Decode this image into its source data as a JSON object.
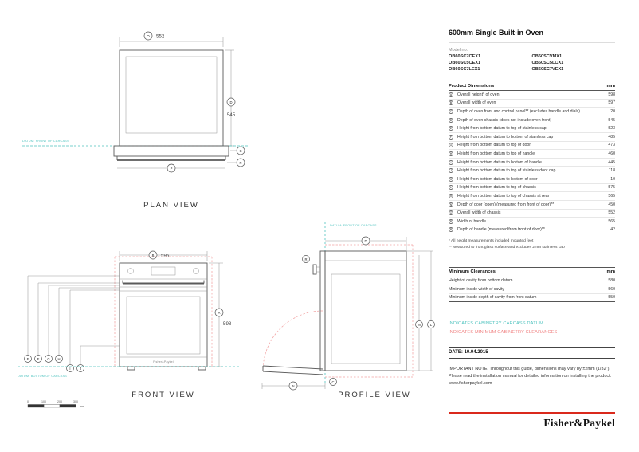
{
  "title": "600mm Single Built-in Oven",
  "models": {
    "label": "Model no:",
    "items": [
      "OB60SC7CEX1",
      "OB60SCVMX1",
      "OB60SC5CEX1",
      "OB60SC5LCX1",
      "OB60SC7LEX1",
      "OB60SC7VEX1"
    ]
  },
  "product_dimensions": {
    "title": "Product Dimensions",
    "unit": "mm",
    "rows": [
      {
        "key": "A",
        "label": "Overall height* of oven",
        "value": "598"
      },
      {
        "key": "B",
        "label": "Overall width of oven",
        "value": "597"
      },
      {
        "key": "C",
        "label": "Depth of oven front and control panel** (excludes handle and dials)",
        "value": "20"
      },
      {
        "key": "D",
        "label": "Depth of oven chassis (does not include oven front)",
        "value": "545"
      },
      {
        "key": "E",
        "label": "Height from bottom datum to top of stainless cap",
        "value": "523"
      },
      {
        "key": "F",
        "label": "Height from bottom datum to bottom of stainless cap",
        "value": "485"
      },
      {
        "key": "G",
        "label": "Height from bottom datum to top of door",
        "value": "473"
      },
      {
        "key": "H",
        "label": "Height from bottom datum to top of handle",
        "value": "460"
      },
      {
        "key": "I",
        "label": "Height from bottom datum to bottom of handle",
        "value": "445"
      },
      {
        "key": "J",
        "label": "Height from bottom datum to top of stainless door cap",
        "value": "118"
      },
      {
        "key": "K",
        "label": "Height from bottom datum to bottom of door",
        "value": "10"
      },
      {
        "key": "L",
        "label": "Height from bottom datum to top of chassis",
        "value": "575"
      },
      {
        "key": "M",
        "label": "Height from bottom datum to top of chassis at rear",
        "value": "565"
      },
      {
        "key": "N",
        "label": "Depth of door (open) (measured from front of door)**",
        "value": "450"
      },
      {
        "key": "O",
        "label": "Overall width of chassis",
        "value": "552"
      },
      {
        "key": "P",
        "label": "Width of handle",
        "value": "565"
      },
      {
        "key": "R",
        "label": "Depth of handle (measured from front of door)**",
        "value": "42"
      }
    ],
    "footnotes": [
      "* All height measurements included mounted feet",
      "** Measured to front glass surface and excludes 2mm stainless cap"
    ]
  },
  "minimum_clearances": {
    "title": "Minimum Clearances",
    "unit": "mm",
    "rows": [
      {
        "label": "Height of cavity from bottom datum",
        "value": "580"
      },
      {
        "label": "Minimum inside width of cavity",
        "value": "560"
      },
      {
        "label": "Minimum inside depth of cavity from front datum",
        "value": "550"
      }
    ]
  },
  "legend": {
    "items": [
      {
        "text": "INDICATES CABINETRY CARCASS DATUM",
        "color": "#4FC3BF"
      },
      {
        "text": "INDICATES MINIMUM CABINETRY CLEARANCES",
        "color": "#F08080"
      }
    ]
  },
  "date": {
    "label": "DATE:",
    "value": "10.04.2015"
  },
  "note": "IMPORTANT NOTE: Throughout this guide, dimensions may vary by ±2mm (1/32\"). Please read the installation manual for detailed information on installing the product. www.fisherpaykel.com",
  "logo": "Fisher&Paykel",
  "brand_red": "#DA291C",
  "views": {
    "plan": {
      "label": "PLAN VIEW",
      "datum": "DATUM: FRONT OF CARCASS",
      "dims": {
        "width": "552",
        "depth": "545"
      },
      "keys": {
        "width": "O",
        "depth": "D",
        "handle_width": "P",
        "front_depth": "C",
        "handle_depth": "R"
      }
    },
    "front": {
      "label": "FRONT VIEW",
      "datum": "DATUM: BOTTOM OF CARCASS",
      "dims": {
        "width": "596",
        "height": "598"
      },
      "keys": {
        "width": "B",
        "height": "A",
        "left_row1": [
          "E",
          "F",
          "G",
          "H"
        ],
        "left_row2": [
          "I",
          "J"
        ]
      },
      "brand": "Fisher&Paykel"
    },
    "profile": {
      "label": "PROFILE VIEW",
      "datum": "DATUM: FRONT OF CARCASS",
      "keys": {
        "depth": "D",
        "door_open": "N",
        "front_depth": "C",
        "handle_depth": "R",
        "chassis_rear": "M",
        "chassis_top": "L"
      }
    },
    "scale_bar": {
      "labels": [
        "0",
        "100",
        "200",
        "300"
      ],
      "unit": "mm"
    }
  }
}
